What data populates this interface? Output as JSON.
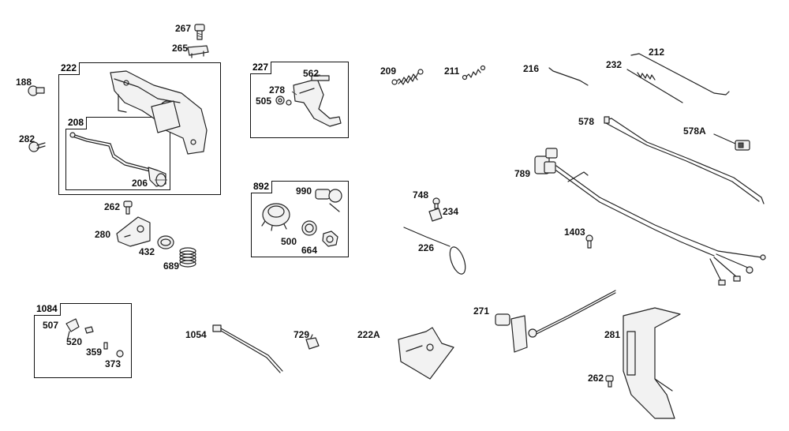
{
  "diagram": {
    "boxes": {
      "b222": "222",
      "b208": "208",
      "b227": "227",
      "b892": "892",
      "b1084": "1084"
    },
    "labels": {
      "l267": "267",
      "l265": "265",
      "l188": "188",
      "l282": "282",
      "l206": "206",
      "l262a": "262",
      "l280": "280",
      "l432": "432",
      "l689": "689",
      "l562": "562",
      "l278": "278",
      "l505": "505",
      "l990": "990",
      "l500": "500",
      "l664": "664",
      "l209": "209",
      "l211": "211",
      "l216": "216",
      "l232": "232",
      "l212": "212",
      "l578": "578",
      "l578a": "578A",
      "l789": "789",
      "l748": "748",
      "l234": "234",
      "l226": "226",
      "l1403": "1403",
      "l507": "507",
      "l520": "520",
      "l359": "359",
      "l373": "373",
      "l1054": "1054",
      "l729": "729",
      "l222a": "222A",
      "l271": "271",
      "l281": "281",
      "l262b": "262"
    }
  }
}
